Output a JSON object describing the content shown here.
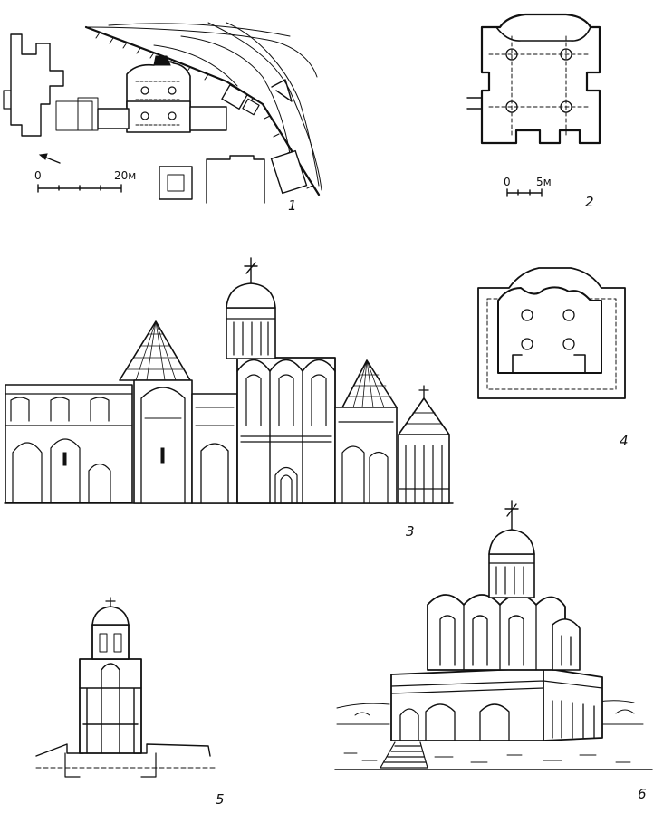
{
  "figures": [
    {
      "number": "1",
      "scale_zero": "0",
      "scale_max": "20м"
    },
    {
      "number": "2",
      "scale_zero": "0",
      "scale_max": "5м"
    },
    {
      "number": "3"
    },
    {
      "number": "4"
    },
    {
      "number": "5"
    },
    {
      "number": "6"
    }
  ]
}
